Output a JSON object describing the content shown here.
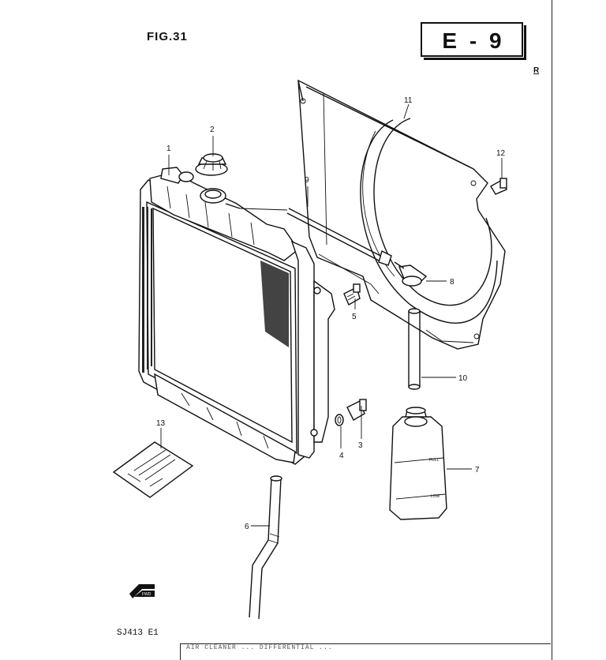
{
  "figure": {
    "title": "FIG.31",
    "code": "E - 9",
    "corner_mark": "R",
    "model": "SJ413 E1"
  },
  "bottom_strip": {
    "text": "AIR CLEANER ... DIFFERENTIAL ..."
  },
  "parts": {
    "callouts": [
      "1",
      "2",
      "3",
      "4",
      "5",
      "6",
      "7",
      "8",
      "9",
      "10",
      "11",
      "12",
      "13"
    ],
    "reservoir_marks": [
      "FULL",
      "LOW"
    ],
    "front_arrow_label": "FWD"
  },
  "colors": {
    "ink": "#111111",
    "paper": "#ffffff"
  }
}
